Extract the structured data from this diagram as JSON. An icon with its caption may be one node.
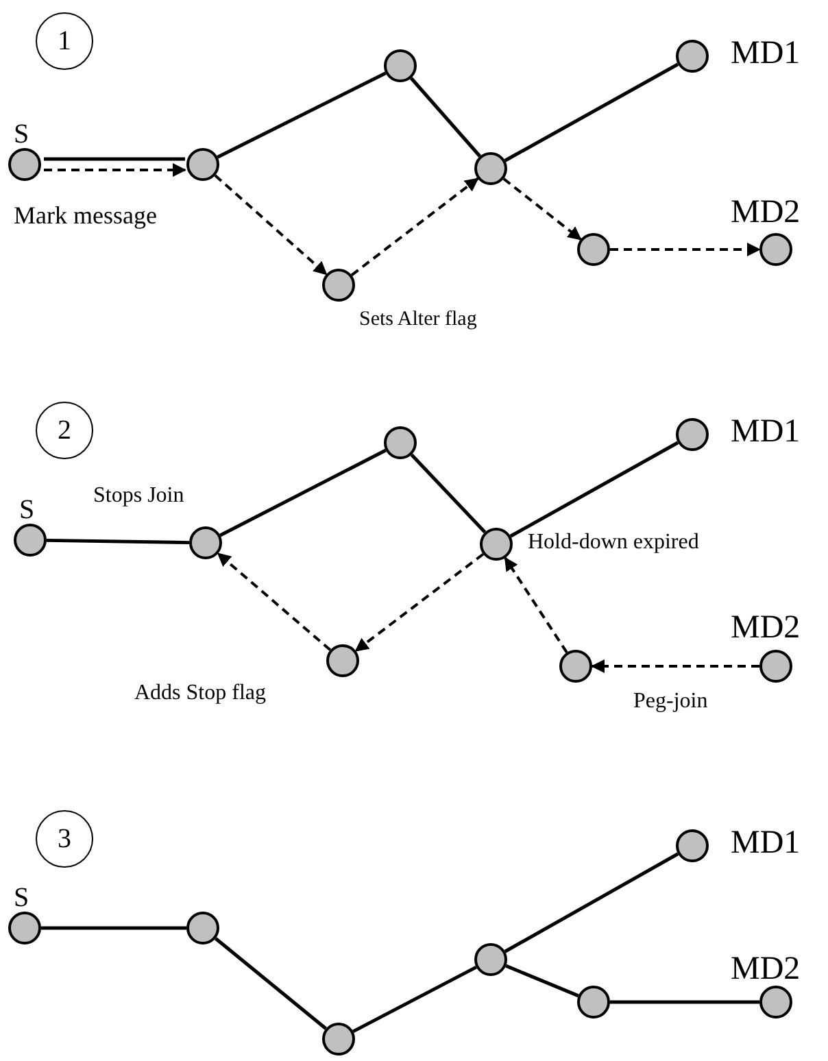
{
  "diagram": {
    "nodes": [
      {
        "text": [
          "1"
        ]
      },
      {
        "text": [],
        "shape": "circle",
        "beside": [
          "S"
        ]
      },
      {
        "text": [],
        "shape": "circle"
      },
      {
        "text": [],
        "shape": "circle"
      },
      {
        "text": [],
        "shape": "circle"
      },
      {
        "text": [],
        "shape": "circle",
        "beside": [
          "MD1"
        ]
      },
      {
        "text": [],
        "shape": "circle",
        "beside": [
          "Sets Alter flag"
        ]
      },
      {
        "text": [],
        "shape": "circle"
      },
      {
        "text": [],
        "shape": "circle",
        "beside": [
          "MD2"
        ]
      },
      {
        "text": [
          "2"
        ]
      },
      {
        "text": [],
        "shape": "circle",
        "beside": [
          "S"
        ]
      },
      {
        "text": [],
        "shape": "circle",
        "beside": [
          "Stops Join"
        ]
      },
      {
        "text": [],
        "shape": "circle"
      },
      {
        "text": [],
        "shape": "circle",
        "beside": [
          "Hold-down expired"
        ]
      },
      {
        "text": [],
        "shape": "circle",
        "beside": [
          "MD1"
        ]
      },
      {
        "text": [],
        "shape": "circle",
        "beside": [
          "Adds Stop flag"
        ]
      },
      {
        "text": [],
        "shape": "circle"
      },
      {
        "text": [],
        "shape": "circle",
        "beside": [
          "MD2"
        ]
      },
      {
        "text": [
          "3"
        ]
      },
      {
        "text": [],
        "shape": "circle",
        "beside": [
          "S"
        ]
      },
      {
        "text": [],
        "shape": "circle"
      },
      {
        "text": [],
        "shape": "circle"
      },
      {
        "text": [],
        "shape": "circle"
      },
      {
        "text": [],
        "shape": "circle",
        "beside": [
          "MD1"
        ]
      },
      {
        "text": [],
        "shape": "circle"
      },
      {
        "text": [],
        "shape": "circle",
        "beside": [
          "MD2"
        ]
      }
    ],
    "edges": [
      {
        "from": 1,
        "to": 2,
        "arrow": "none"
      },
      {
        "from": 1,
        "to": 2,
        "arrow": "to",
        "style": "dashed",
        "label": "Mark message"
      },
      {
        "from": 2,
        "to": 3,
        "arrow": "none"
      },
      {
        "from": 3,
        "to": 4,
        "arrow": "none"
      },
      {
        "from": 4,
        "to": 5,
        "arrow": "none"
      },
      {
        "from": 2,
        "to": 6,
        "arrow": "to",
        "style": "dashed"
      },
      {
        "from": 6,
        "to": 4,
        "arrow": "to",
        "style": "dashed"
      },
      {
        "from": 4,
        "to": 7,
        "arrow": "to",
        "style": "dashed"
      },
      {
        "from": 7,
        "to": 8,
        "arrow": "to",
        "style": "dashed"
      },
      {
        "from": 10,
        "to": 11,
        "arrow": "none"
      },
      {
        "from": 11,
        "to": 12,
        "arrow": "none"
      },
      {
        "from": 12,
        "to": 13,
        "arrow": "none"
      },
      {
        "from": 13,
        "to": 14,
        "arrow": "none"
      },
      {
        "from": 15,
        "to": 11,
        "arrow": "to",
        "style": "dashed"
      },
      {
        "from": 13,
        "to": 15,
        "arrow": "to",
        "style": "dashed"
      },
      {
        "from": 16,
        "to": 13,
        "arrow": "to",
        "style": "dashed"
      },
      {
        "from": 17,
        "to": 16,
        "arrow": "to",
        "style": "dashed",
        "label": "Peg-join"
      },
      {
        "from": 19,
        "to": 20,
        "arrow": "none"
      },
      {
        "from": 20,
        "to": 21,
        "arrow": "none"
      },
      {
        "from": 21,
        "to": 22,
        "arrow": "none"
      },
      {
        "from": 22,
        "to": 23,
        "arrow": "none"
      },
      {
        "from": 22,
        "to": 24,
        "arrow": "none"
      },
      {
        "from": 24,
        "to": 25,
        "arrow": "none"
      }
    ]
  }
}
